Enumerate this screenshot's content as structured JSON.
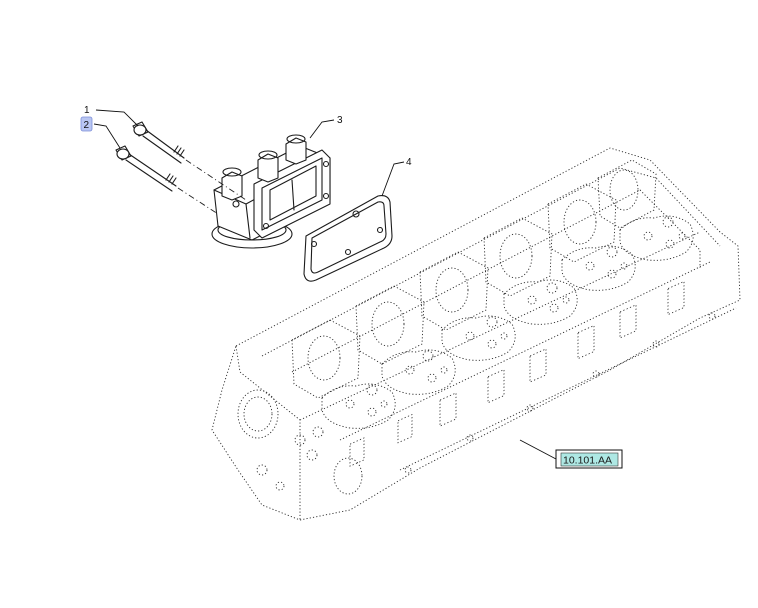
{
  "callouts": [
    {
      "id": "1",
      "label": "1",
      "highlighted": false
    },
    {
      "id": "2",
      "label": "2",
      "highlighted": true
    },
    {
      "id": "3",
      "label": "3",
      "highlighted": false
    },
    {
      "id": "4",
      "label": "4",
      "highlighted": false
    }
  ],
  "reference_link": {
    "label": "10.101.AA",
    "highlight_color": "#aee8e4"
  },
  "highlight_color": "#b9c6f2"
}
